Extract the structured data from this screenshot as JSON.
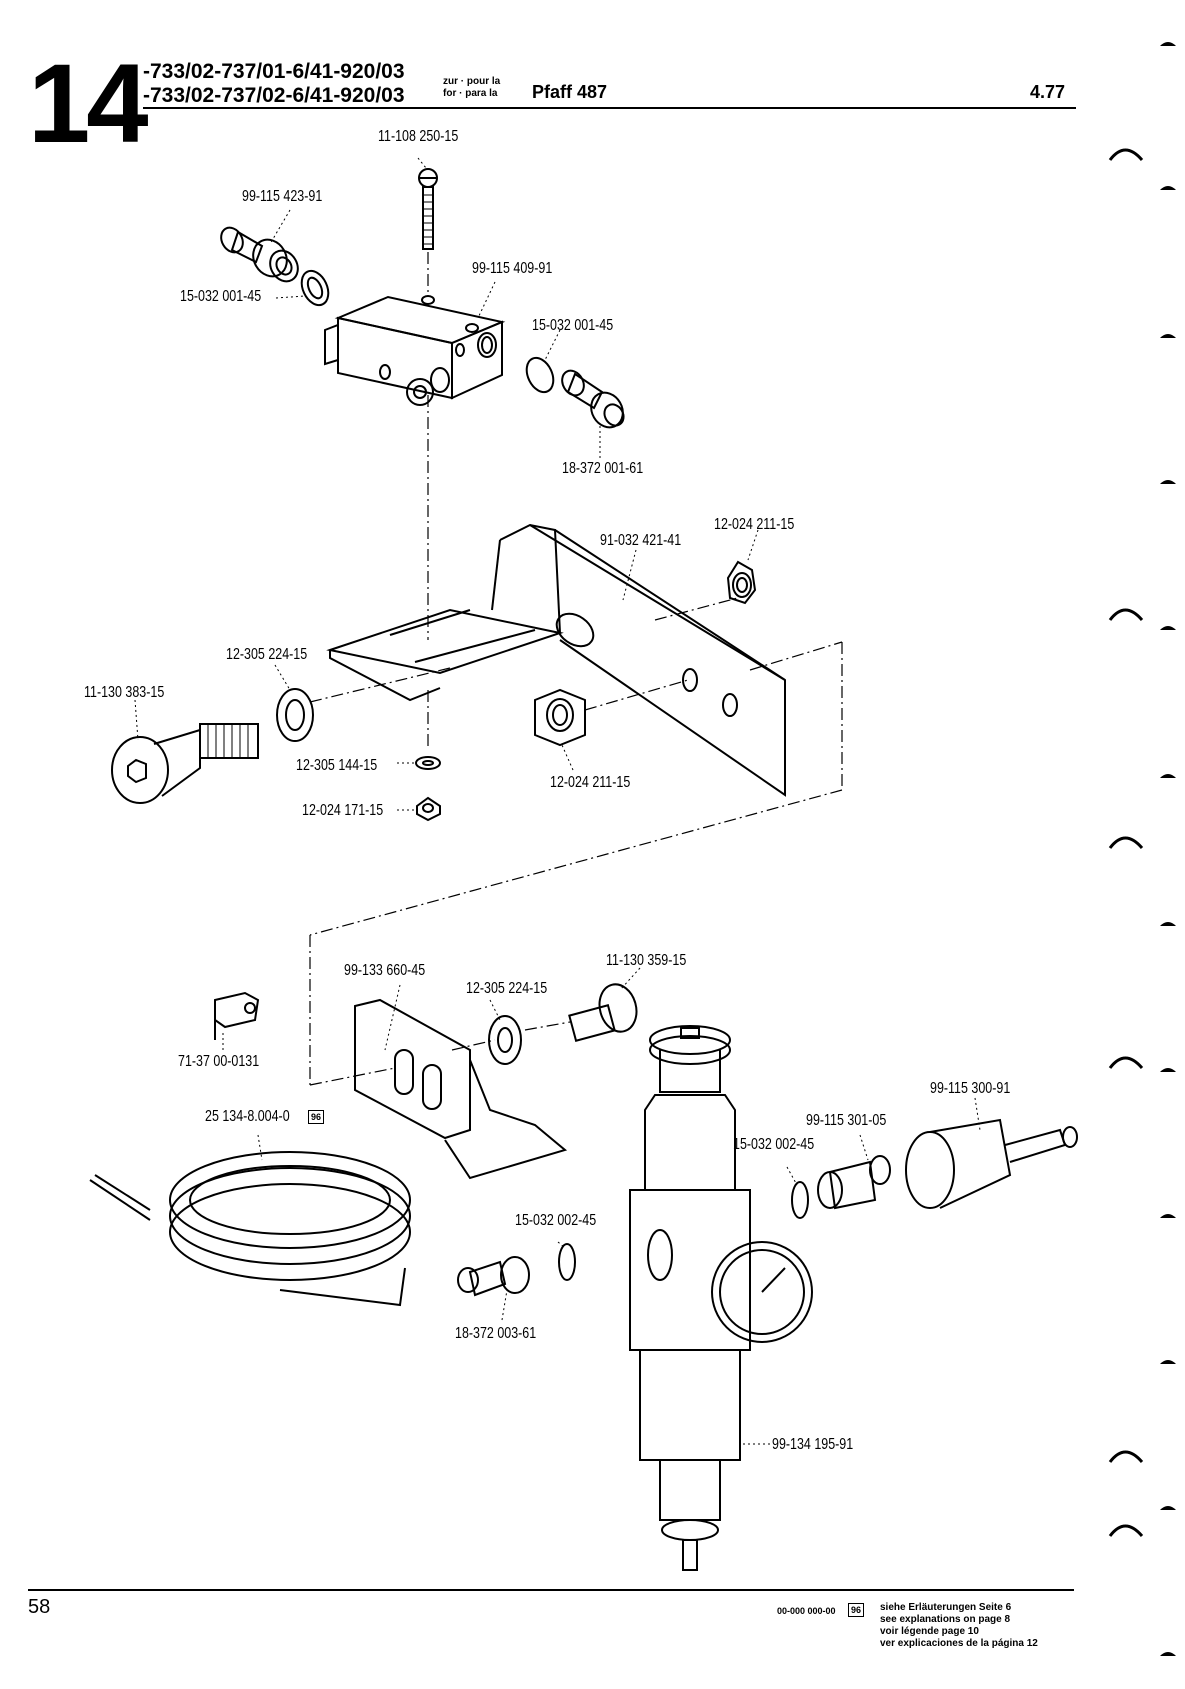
{
  "header": {
    "section_number": "14",
    "model_line_1": "-733/02-737/01-6/41-920/03",
    "model_line_2": "-733/02-737/02-6/41-920/03",
    "label_for_top": "zur · pour la",
    "label_for_bottom": "for · para la",
    "product": "Pfaff 487",
    "edition": "4.77"
  },
  "parts": {
    "p_screw_top": "11-108 250-15",
    "p_fitting_left": "99-115 423-91",
    "p_washer_left": "15-032 001-45",
    "p_valve": "99-115 409-91",
    "p_washer_right": "15-032 001-45",
    "p_silencer_top": "18-372 001-61",
    "p_bracket": "91-032 421-41",
    "p_nut_top": "12-024 211-15",
    "p_washer_bracket": "12-305 224-15",
    "p_screw_left": "11-130 383-15",
    "p_washer_small": "12-305 144-15",
    "p_nut_mid": "12-024 211-15",
    "p_nut_small": "12-024 171-15",
    "p_plate": "99-133 660-45",
    "p_washer_plate": "12-305 224-15",
    "p_screw_plate": "11-130 359-15",
    "p_clip": "71-37 00-0131",
    "p_hose": "25 134-8.004-0",
    "p_hose_badge": "96",
    "p_coupling": "99-115 300-91",
    "p_nipple": "99-115 301-05",
    "p_seal_nipple": "15-032 002-45",
    "p_seal_lower": "15-032 002-45",
    "p_silencer_lower": "18-372 003-61",
    "p_filter_regulator": "99-134 195-91"
  },
  "footer": {
    "page_number": "58",
    "code": "00-000 000-00",
    "badge": "96",
    "notes": [
      "siehe Erläuterungen Seite 6",
      "see explanations on page 8",
      "voir légende page 10",
      "ver explicaciones de la página 12"
    ]
  }
}
